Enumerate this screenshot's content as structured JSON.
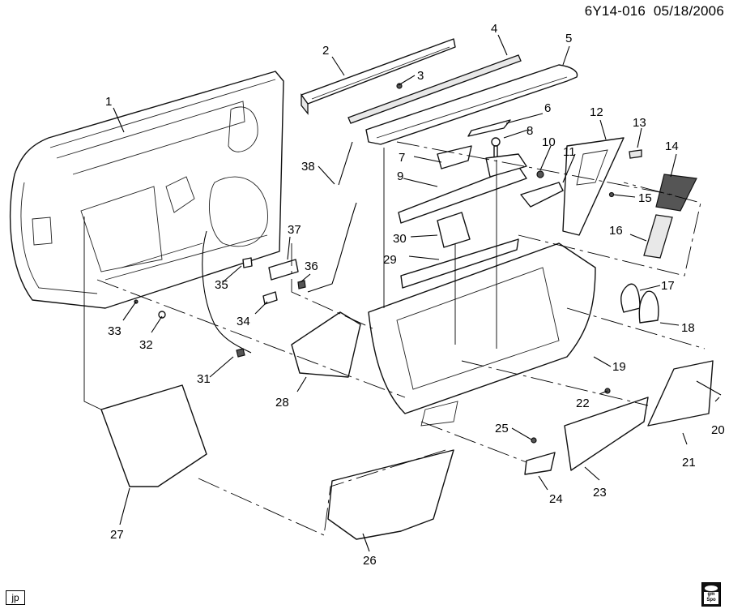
{
  "header": {
    "diagram_id": "6Y14-016",
    "date": "05/18/2006"
  },
  "footer": {
    "initials_badge": "jp",
    "logo": {
      "icon": "gm-spo-logo-icon",
      "line1": "gm",
      "line2": "Spo"
    }
  },
  "callouts": [
    {
      "n": "1"
    },
    {
      "n": "2"
    },
    {
      "n": "3"
    },
    {
      "n": "4"
    },
    {
      "n": "5"
    },
    {
      "n": "6"
    },
    {
      "n": "7"
    },
    {
      "n": "8"
    },
    {
      "n": "9"
    },
    {
      "n": "10"
    },
    {
      "n": "11"
    },
    {
      "n": "12"
    },
    {
      "n": "13"
    },
    {
      "n": "14"
    },
    {
      "n": "15"
    },
    {
      "n": "16"
    },
    {
      "n": "17"
    },
    {
      "n": "18"
    },
    {
      "n": "19"
    },
    {
      "n": "20"
    },
    {
      "n": "21"
    },
    {
      "n": "22"
    },
    {
      "n": "23"
    },
    {
      "n": "24"
    },
    {
      "n": "25"
    },
    {
      "n": "26"
    },
    {
      "n": "27"
    },
    {
      "n": "28"
    },
    {
      "n": "29"
    },
    {
      "n": "30"
    },
    {
      "n": "31"
    },
    {
      "n": "32"
    },
    {
      "n": "33"
    },
    {
      "n": "34"
    },
    {
      "n": "35"
    },
    {
      "n": "36"
    },
    {
      "n": "37"
    },
    {
      "n": "38"
    }
  ]
}
